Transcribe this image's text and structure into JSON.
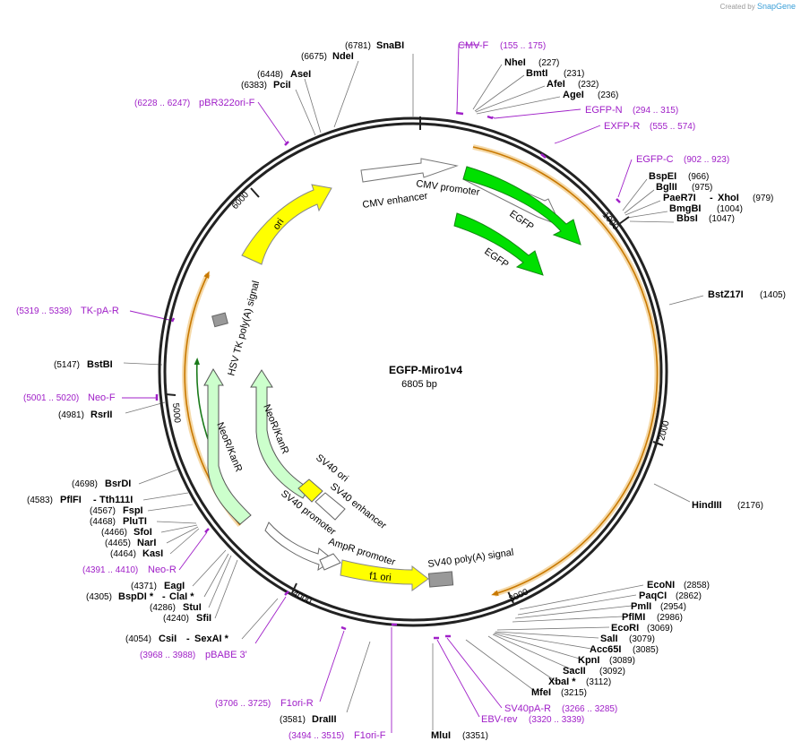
{
  "credit": {
    "prefix": "Created by",
    "brand": "SnapGene"
  },
  "plasmid": {
    "name": "EGFP-Miro1v4",
    "length": "6805 bp"
  },
  "ticks": [
    "1000",
    "2000",
    "3000",
    "4000",
    "5000",
    "6000"
  ],
  "features": [
    {
      "label": "CMV enhancer",
      "type": "enhancer",
      "color": "#ffffff"
    },
    {
      "label": "CMV promoter",
      "type": "promoter",
      "color": "#ffffff"
    },
    {
      "label": "EGFP",
      "type": "cds",
      "color": "#00e000"
    },
    {
      "label": "EGFP",
      "type": "cds",
      "color": "#00e000"
    },
    {
      "label": "ori",
      "type": "rep_origin",
      "color": "#ffff00"
    },
    {
      "label": "HSV TK poly(A) signal",
      "type": "polyA",
      "color": "#999999"
    },
    {
      "label": "NeoR/KanR",
      "type": "cds",
      "color": "#ccffcc"
    },
    {
      "label": "NeoR/KanR",
      "type": "cds",
      "color": "#ccffcc"
    },
    {
      "label": "SV40 ori",
      "type": "rep_origin",
      "color": "#ffff00"
    },
    {
      "label": "SV40 enhancer",
      "type": "enhancer",
      "color": "#ffffff"
    },
    {
      "label": "SV40 promoter",
      "type": "promoter",
      "color": "#ffffff"
    },
    {
      "label": "AmpR promoter",
      "type": "promoter",
      "color": "#ffffff"
    },
    {
      "label": "f1 ori",
      "type": "rep_origin",
      "color": "#ffff00"
    },
    {
      "label": "SV40 poly(A) signal",
      "type": "polyA",
      "color": "#999999"
    }
  ],
  "enzymes": [
    {
      "name": "SnaBI",
      "pos": "(6781)"
    },
    {
      "name": "NdeI",
      "pos": "(6675)"
    },
    {
      "name": "AseI",
      "pos": "(6448)"
    },
    {
      "name": "PciI",
      "pos": "(6383)"
    },
    {
      "name": "NheI",
      "pos": "(227)"
    },
    {
      "name": "BmtI",
      "pos": "(231)"
    },
    {
      "name": "AfeI",
      "pos": "(232)"
    },
    {
      "name": "AgeI",
      "pos": "(236)"
    },
    {
      "name": "BspEI",
      "pos": "(966)"
    },
    {
      "name": "BglII",
      "pos": "(975)"
    },
    {
      "name": "PaeR7I",
      "pos": ""
    },
    {
      "name": "XhoI",
      "pos": "(979)"
    },
    {
      "name": "BmgBI",
      "pos": "(1004)"
    },
    {
      "name": "BbsI",
      "pos": "(1047)"
    },
    {
      "name": "BstZ17I",
      "pos": "(1405)"
    },
    {
      "name": "HindIII",
      "pos": "(2176)"
    },
    {
      "name": "EcoNI",
      "pos": "(2858)"
    },
    {
      "name": "PaqCI",
      "pos": "(2862)"
    },
    {
      "name": "PmlI",
      "pos": "(2954)"
    },
    {
      "name": "PflMI",
      "pos": "(2986)"
    },
    {
      "name": "EcoRI",
      "pos": "(3069)"
    },
    {
      "name": "SalI",
      "pos": "(3079)"
    },
    {
      "name": "Acc65I",
      "pos": "(3085)"
    },
    {
      "name": "KpnI",
      "pos": "(3089)"
    },
    {
      "name": "SacII",
      "pos": "(3092)"
    },
    {
      "name": "XbaI *",
      "pos": "(3112)"
    },
    {
      "name": "MfeI",
      "pos": "(3215)"
    },
    {
      "name": "MluI",
      "pos": "(3351)"
    },
    {
      "name": "DraIII",
      "pos": "(3581)"
    },
    {
      "name": "CsiI",
      "pos": "(4054)"
    },
    {
      "name": "SexAI *",
      "pos": ""
    },
    {
      "name": "SfiI",
      "pos": "(4240)"
    },
    {
      "name": "StuI",
      "pos": "(4286)"
    },
    {
      "name": "BspDI *",
      "pos": "(4305)"
    },
    {
      "name": "ClaI *",
      "pos": ""
    },
    {
      "name": "EagI",
      "pos": "(4371)"
    },
    {
      "name": "KasI",
      "pos": "(4464)"
    },
    {
      "name": "NarI",
      "pos": "(4465)"
    },
    {
      "name": "SfoI",
      "pos": "(4466)"
    },
    {
      "name": "PluTI",
      "pos": "(4468)"
    },
    {
      "name": "FspI",
      "pos": "(4567)"
    },
    {
      "name": "PflFI",
      "pos": "(4583)"
    },
    {
      "name": "Tth111I",
      "pos": ""
    },
    {
      "name": "BsrDI",
      "pos": "(4698)"
    },
    {
      "name": "RsrII",
      "pos": "(4981)"
    },
    {
      "name": "BstBI",
      "pos": "(5147)"
    }
  ],
  "primers": [
    {
      "name": "CMV-F",
      "pos": "(155 .. 175)"
    },
    {
      "name": "EGFP-N",
      "pos": "(294 .. 315)"
    },
    {
      "name": "EXFP-R",
      "pos": "(555 .. 574)"
    },
    {
      "name": "EGFP-C",
      "pos": "(902 .. 923)"
    },
    {
      "name": "pBR322ori-F",
      "pos": "(6228 .. 6247)"
    },
    {
      "name": "TK-pA-R",
      "pos": "(5319 .. 5338)"
    },
    {
      "name": "Neo-F",
      "pos": "(5001 .. 5020)"
    },
    {
      "name": "Neo-R",
      "pos": "(4391 .. 4410)"
    },
    {
      "name": "pBABE 3'",
      "pos": "(3968 .. 3988)"
    },
    {
      "name": "F1ori-R",
      "pos": "(3706 .. 3725)"
    },
    {
      "name": "F1ori-F",
      "pos": "(3494 .. 3515)"
    },
    {
      "name": "SV40pA-R",
      "pos": "(3266 .. 3285)"
    },
    {
      "name": "EBV-rev",
      "pos": "(3320 .. 3339)"
    }
  ]
}
